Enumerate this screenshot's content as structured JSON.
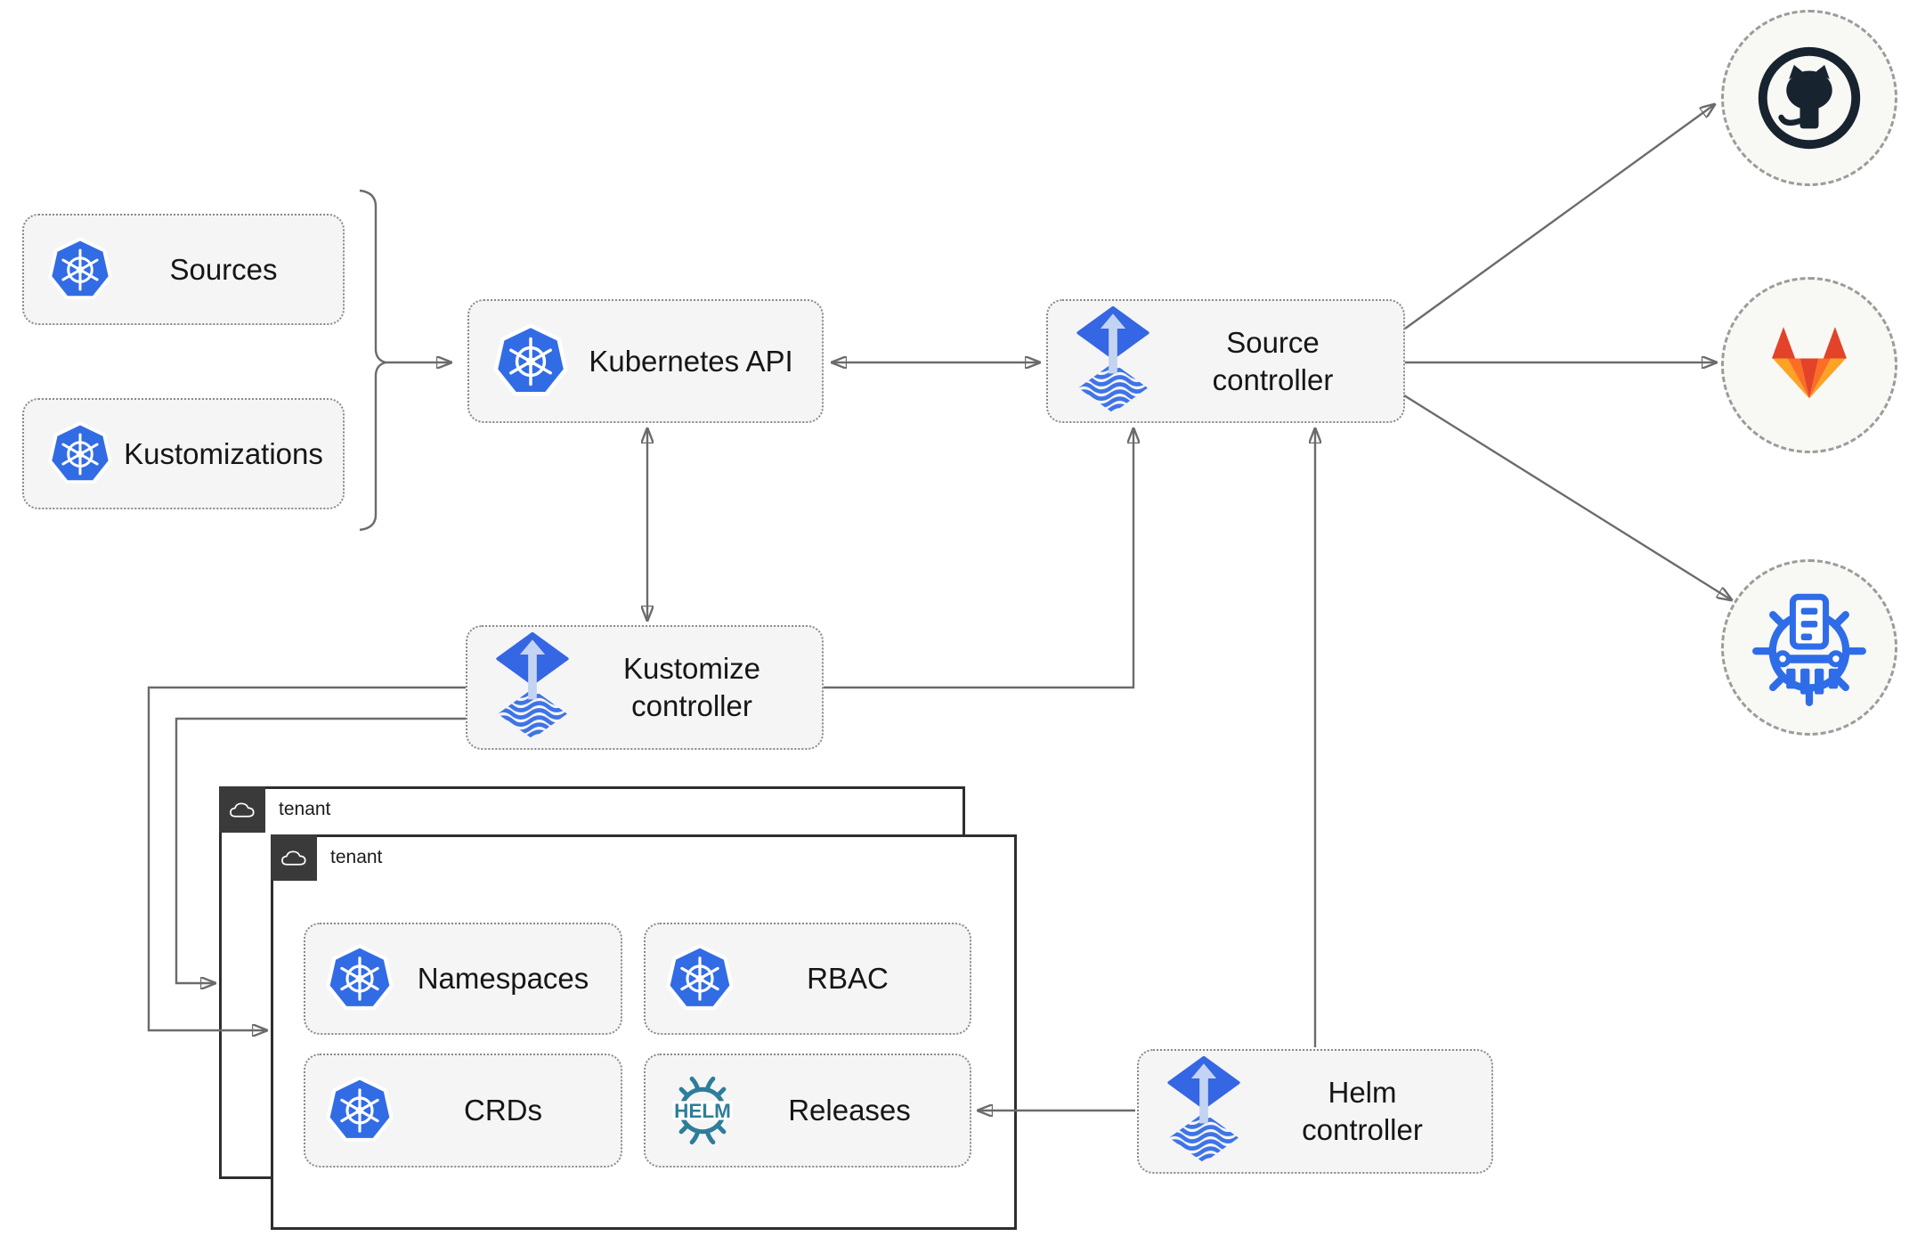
{
  "nodes": {
    "sources": {
      "label": "Sources",
      "icon": "kubernetes-icon"
    },
    "kustomizations": {
      "label": "Kustomizations",
      "icon": "kubernetes-icon"
    },
    "kubernetes_api": {
      "label": "Kubernetes API",
      "icon": "kubernetes-icon"
    },
    "source_controller": {
      "label": "Source\ncontroller",
      "icon": "flux-icon"
    },
    "kustomize_controller": {
      "label": "Kustomize\ncontroller",
      "icon": "flux-icon"
    },
    "helm_controller": {
      "label": "Helm\ncontroller",
      "icon": "flux-icon"
    },
    "namespaces": {
      "label": "Namespaces",
      "icon": "kubernetes-icon"
    },
    "rbac": {
      "label": "RBAC",
      "icon": "kubernetes-icon"
    },
    "crds": {
      "label": "CRDs",
      "icon": "kubernetes-icon"
    },
    "releases": {
      "label": "Releases",
      "icon": "helm-icon"
    },
    "github": {
      "label": "",
      "icon": "github-icon"
    },
    "gitlab": {
      "label": "",
      "icon": "gitlab-icon"
    },
    "chartmuseum": {
      "label": "",
      "icon": "chartmuseum-icon"
    }
  },
  "tenants": {
    "back": {
      "label": "tenant",
      "icon": "cloud-icon"
    },
    "front": {
      "label": "tenant",
      "icon": "cloud-icon"
    }
  },
  "edges": [
    {
      "from": "sources+kustomizations",
      "to": "kubernetes_api",
      "arrows": "end"
    },
    {
      "from": "kubernetes_api",
      "to": "source_controller",
      "arrows": "both"
    },
    {
      "from": "kubernetes_api",
      "to": "kustomize_controller",
      "arrows": "both"
    },
    {
      "from": "kustomize_controller",
      "to": "source_controller",
      "arrows": "end"
    },
    {
      "from": "kustomize_controller",
      "to": "tenant_front",
      "arrows": "end"
    },
    {
      "from": "kustomize_controller",
      "to": "tenant_back",
      "arrows": "end"
    },
    {
      "from": "helm_controller",
      "to": "source_controller",
      "arrows": "end"
    },
    {
      "from": "helm_controller",
      "to": "releases",
      "arrows": "end"
    },
    {
      "from": "source_controller",
      "to": "github",
      "arrows": "end"
    },
    {
      "from": "source_controller",
      "to": "gitlab",
      "arrows": "end"
    },
    {
      "from": "source_controller",
      "to": "chartmuseum",
      "arrows": "end"
    }
  ],
  "colors": {
    "kubernetes_blue": "#326ce5",
    "flux_blue": "#3566e3",
    "flux_light_arrow": "#c3d3f2",
    "helm_teal": "#2e7d9a",
    "chartmuseum_blue": "#2f6ce8",
    "github_dark": "#17242f",
    "gitlab_red": "#e24329",
    "gitlab_orange": "#fc6d26",
    "gitlab_amber": "#fca326",
    "node_fill": "#f5f5f5",
    "node_border": "#8a8a8a",
    "arrow_gray": "#6b6b6b",
    "tenant_border": "#2e2e2e",
    "tenant_tab_bg": "#3a3a3a"
  }
}
